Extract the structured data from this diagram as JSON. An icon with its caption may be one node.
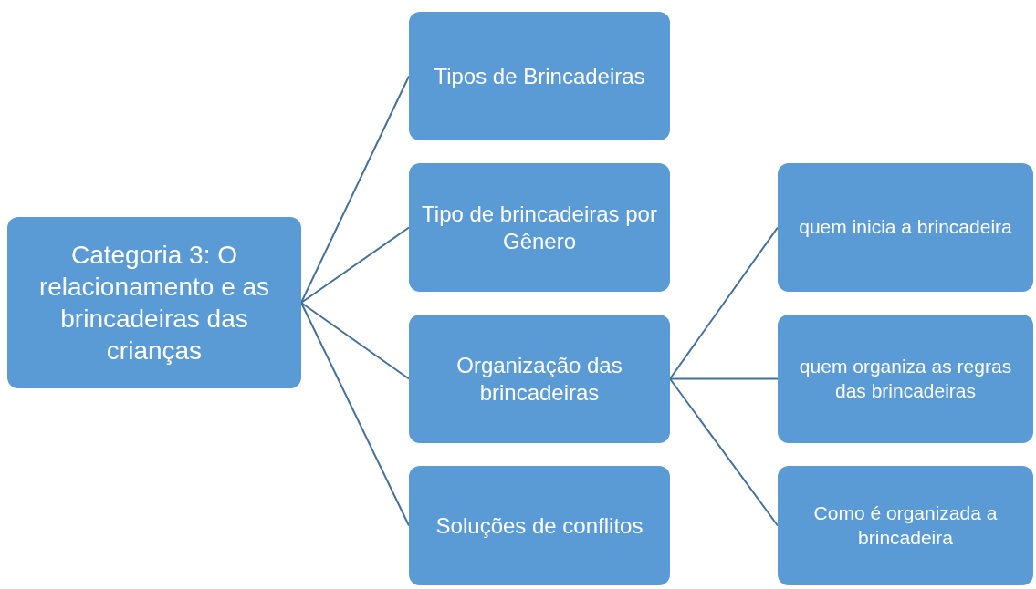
{
  "diagram": {
    "nodes": [
      {
        "text": [
          "Categoria 3:  O relacionamento e as brincadeiras das crianças"
        ]
      },
      {
        "text": [
          "Tipos de Brincadeiras"
        ]
      },
      {
        "text": [
          "Tipo de brincadeiras por Gênero"
        ]
      },
      {
        "text": [
          "Organização das brincadeiras"
        ]
      },
      {
        "text": [
          "Soluções de conflitos"
        ]
      },
      {
        "text": [
          "quem inicia a brincadeira"
        ]
      },
      {
        "text": [
          "quem organiza as regras das brincadeiras"
        ]
      },
      {
        "text": [
          "Como é organizada a brincadeira"
        ]
      }
    ],
    "edges": [
      {
        "from": 0,
        "to": 1,
        "arrow": "none"
      },
      {
        "from": 0,
        "to": 2,
        "arrow": "none"
      },
      {
        "from": 0,
        "to": 3,
        "arrow": "none"
      },
      {
        "from": 0,
        "to": 4,
        "arrow": "none"
      },
      {
        "from": 3,
        "to": 5,
        "arrow": "none"
      },
      {
        "from": 3,
        "to": 6,
        "arrow": "none"
      },
      {
        "from": 3,
        "to": 7,
        "arrow": "none"
      }
    ]
  }
}
